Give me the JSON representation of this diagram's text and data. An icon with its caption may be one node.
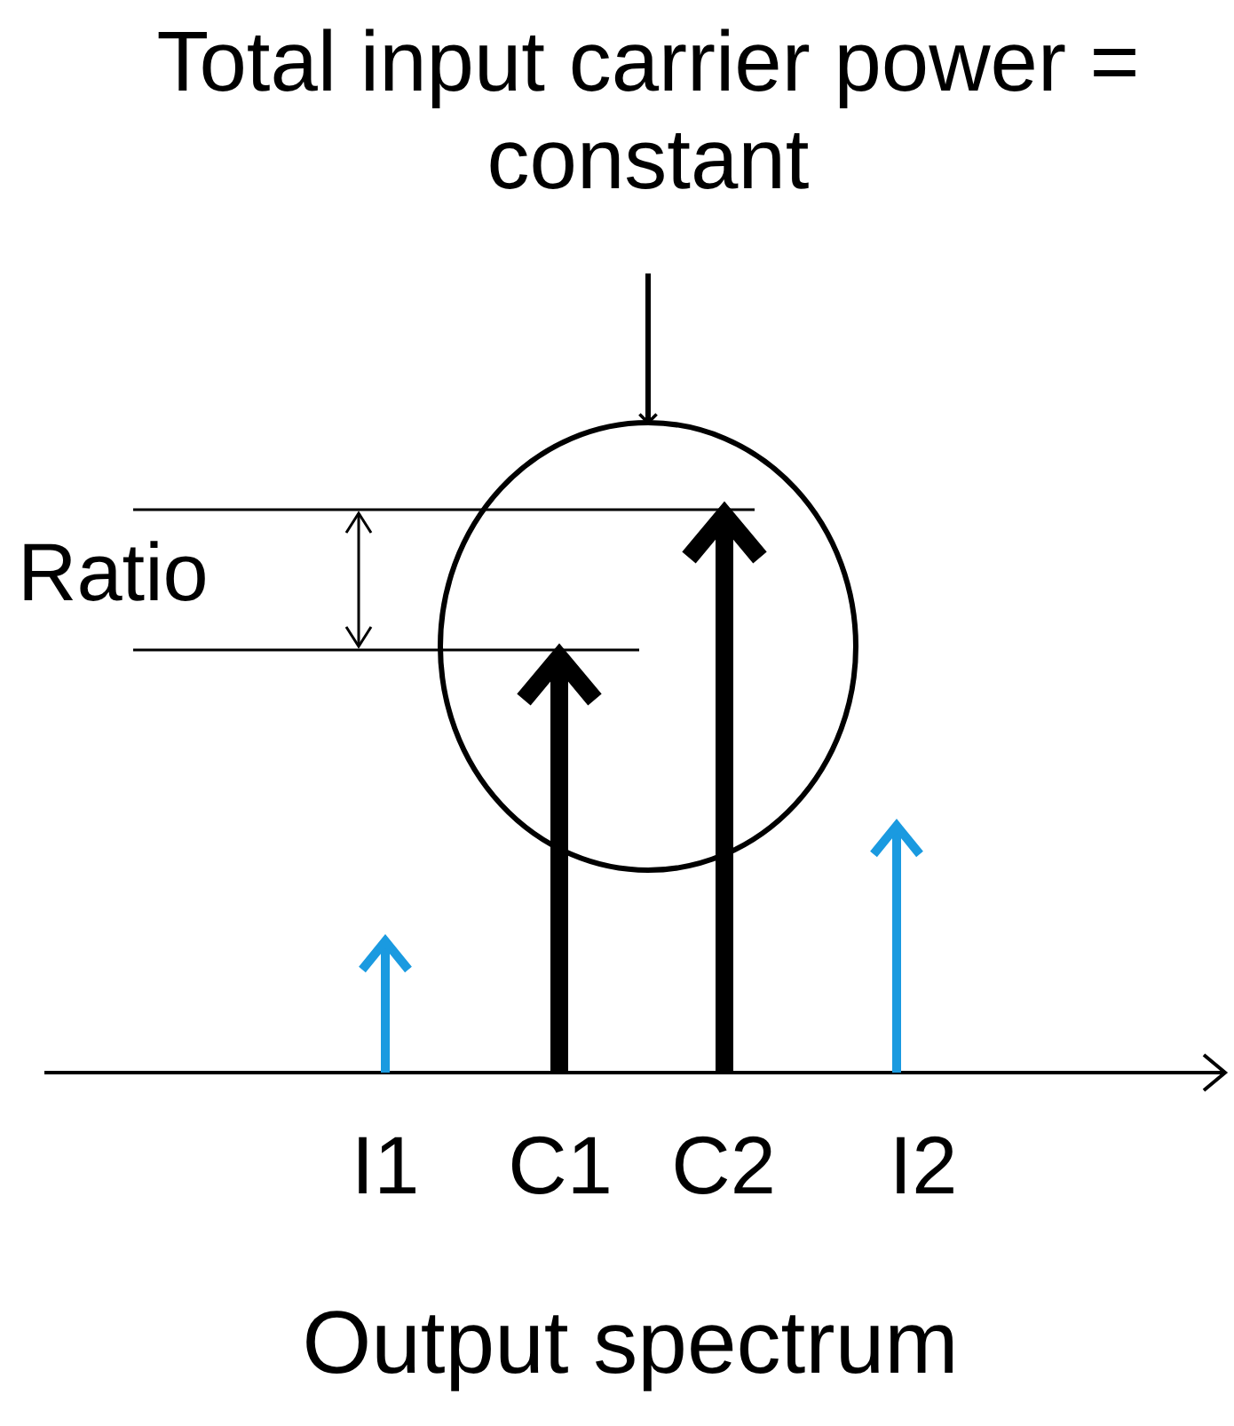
{
  "diagram": {
    "caption": "Output spectrum",
    "nodes": [
      {
        "text": [
          "Total input carrier power = constant"
        ]
      },
      {
        "text": [],
        "shape": "circle"
      }
    ],
    "edges": [
      {
        "from": 0,
        "to": 1,
        "arrow": "to"
      }
    ],
    "labels": [
      "Ratio",
      "I1",
      "C1",
      "C2",
      "I2"
    ]
  }
}
